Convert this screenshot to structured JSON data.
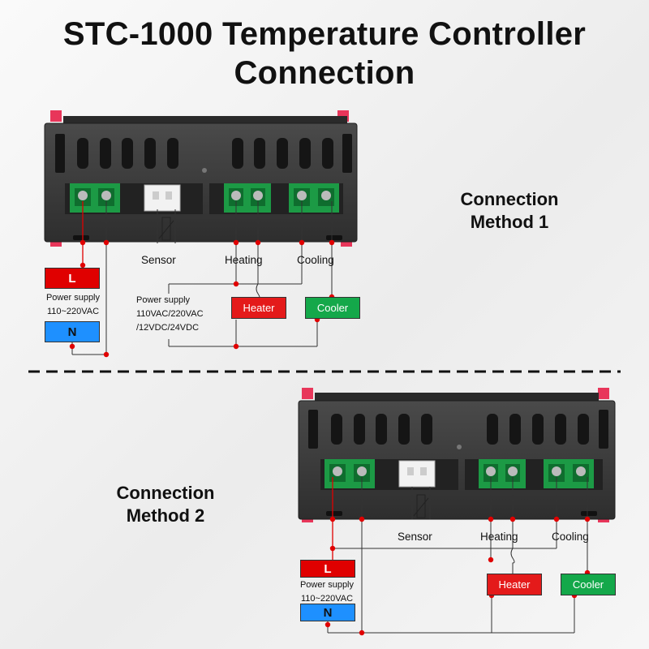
{
  "title": {
    "line1": "STC-1000 Temperature Controller",
    "line2": "Connection"
  },
  "method1": {
    "heading_line1": "Connection",
    "heading_line2": "Method 1",
    "sensor_label": "Sensor",
    "heating_label": "Heating",
    "cooling_label": "Cooling",
    "L_label": "L",
    "N_label": "N",
    "power_label_line1": "Power supply",
    "power_label_line2": "110~220VAC",
    "load_power_line1": "Power supply",
    "load_power_line2": "110VAC/220VAC",
    "load_power_line3": "/12VDC/24VDC",
    "heater_label": "Heater",
    "cooler_label": "Cooler"
  },
  "method2": {
    "heading_line1": "Connection",
    "heading_line2": "Method 2",
    "sensor_label": "Sensor",
    "heating_label": "Heating",
    "cooling_label": "Cooling",
    "L_label": "L",
    "N_label": "N",
    "power_label_line1": "Power supply",
    "power_label_line2": "110~220VAC",
    "heater_label": "Heater",
    "cooler_label": "Cooler"
  },
  "colors": {
    "live": "#e00000",
    "neutral": "#1e90ff",
    "heater": "#e41a1a",
    "cooler": "#14a84a",
    "terminal": "#1c9a45",
    "housing": "#3b3b3b"
  }
}
